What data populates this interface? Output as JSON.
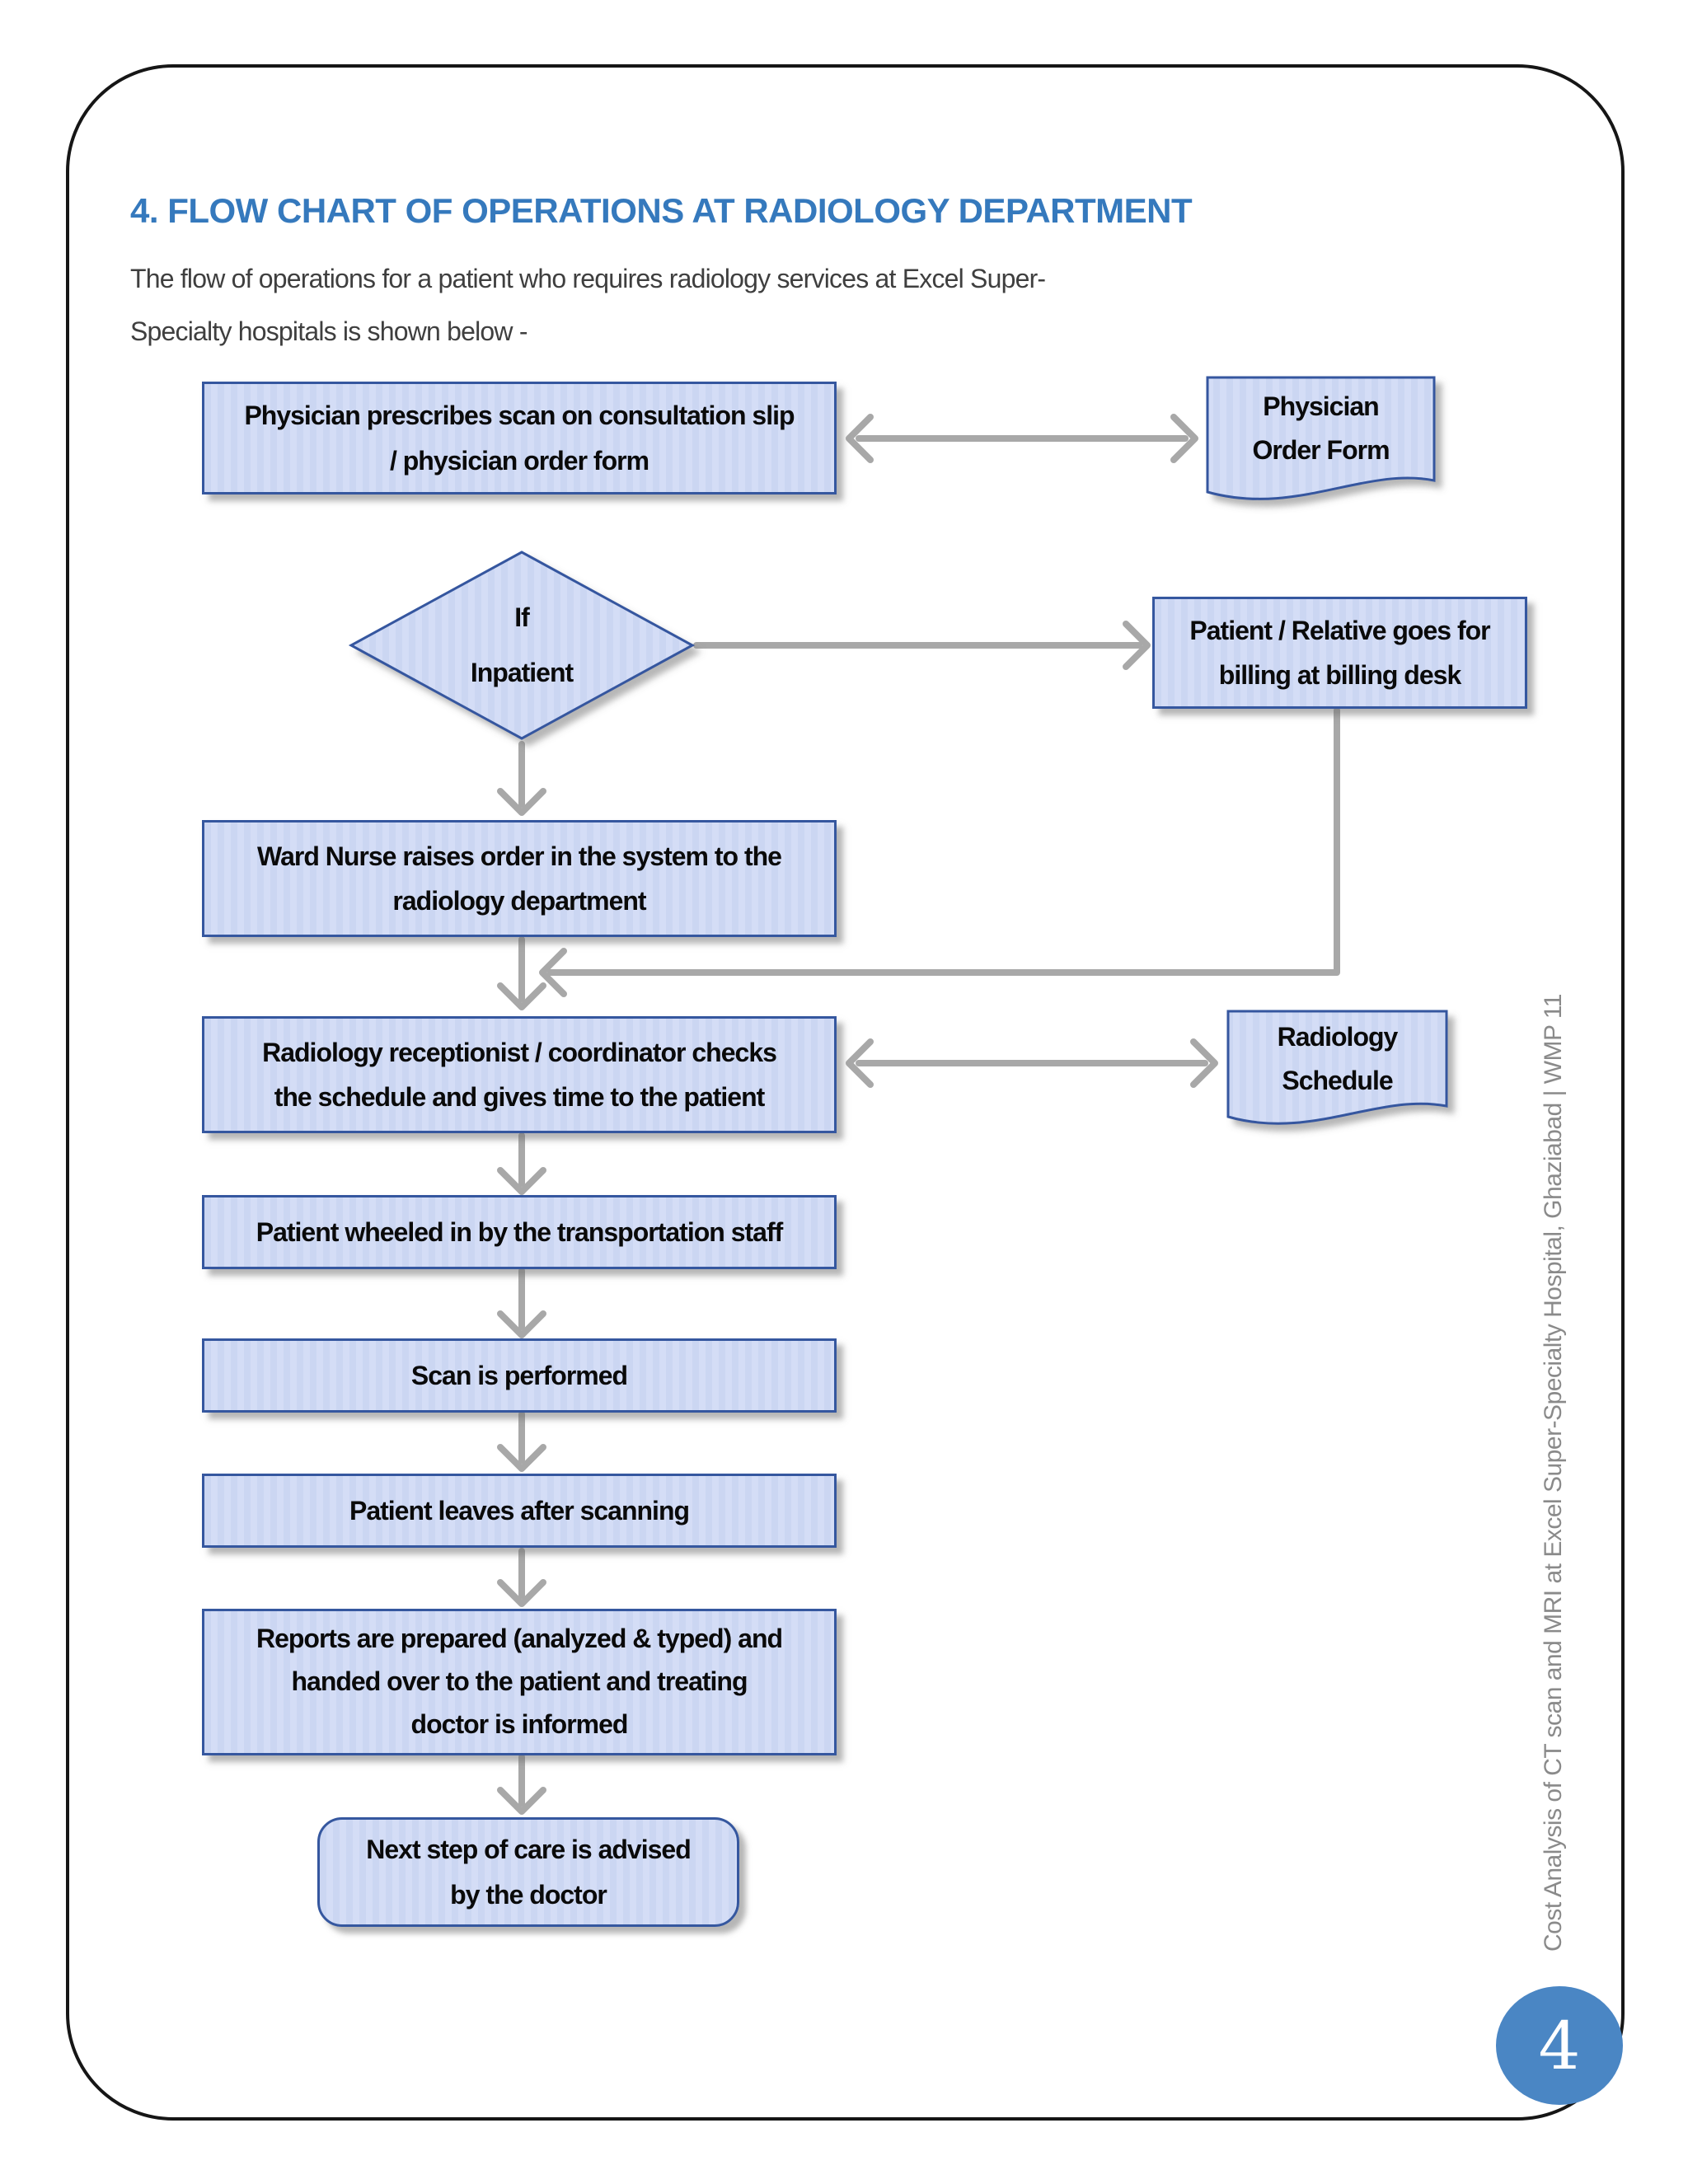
{
  "page": {
    "section_title": "4. FLOW CHART OF OPERATIONS AT RADIOLOGY DEPARTMENT",
    "intro": "The flow of operations for a patient who requires radiology services at Excel Super-\nSpecialty hospitals is shown below -",
    "sidebar_text": "Cost Analysis of CT scan and MRI at Excel Super-Specialty Hospital, Ghaziabad | WMP 11",
    "page_number": "4"
  },
  "flowchart": {
    "nodes": {
      "physician_prescribes": {
        "type": "process",
        "label": "Physician prescribes scan on consultation slip\n/ physician order form"
      },
      "physician_order_form": {
        "type": "document",
        "label": "Physician\nOrder Form"
      },
      "if_inpatient": {
        "type": "decision",
        "label": "If\nInpatient"
      },
      "billing": {
        "type": "process",
        "label": "Patient / Relative goes for\nbilling at billing desk"
      },
      "ward_nurse": {
        "type": "process",
        "label": "Ward Nurse raises order in the system to the\nradiology department"
      },
      "receptionist": {
        "type": "process",
        "label": "Radiology receptionist / coordinator checks\nthe schedule and gives time to the patient"
      },
      "radiology_schedule": {
        "type": "document",
        "label": "Radiology\nSchedule"
      },
      "patient_wheeled": {
        "type": "process",
        "label": "Patient wheeled in by the transportation staff"
      },
      "scan_performed": {
        "type": "process",
        "label": "Scan is performed"
      },
      "patient_leaves": {
        "type": "process",
        "label": "Patient leaves after scanning"
      },
      "reports_prepared": {
        "type": "process",
        "label": "Reports are prepared (analyzed & typed) and\nhanded over to the patient and treating\ndoctor is informed"
      },
      "next_step": {
        "type": "terminator",
        "label": "Next step of care is advised\nby the doctor"
      }
    }
  },
  "colors": {
    "title_blue": "#3579BD",
    "shape_fill": "#CFD9F4",
    "shape_border": "#35579F",
    "arrow_gray": "#A8A8A8",
    "page_circle_blue": "#4A86C4",
    "body_text": "#3F3F3F",
    "sidebar_gray": "#8A8A8A"
  }
}
